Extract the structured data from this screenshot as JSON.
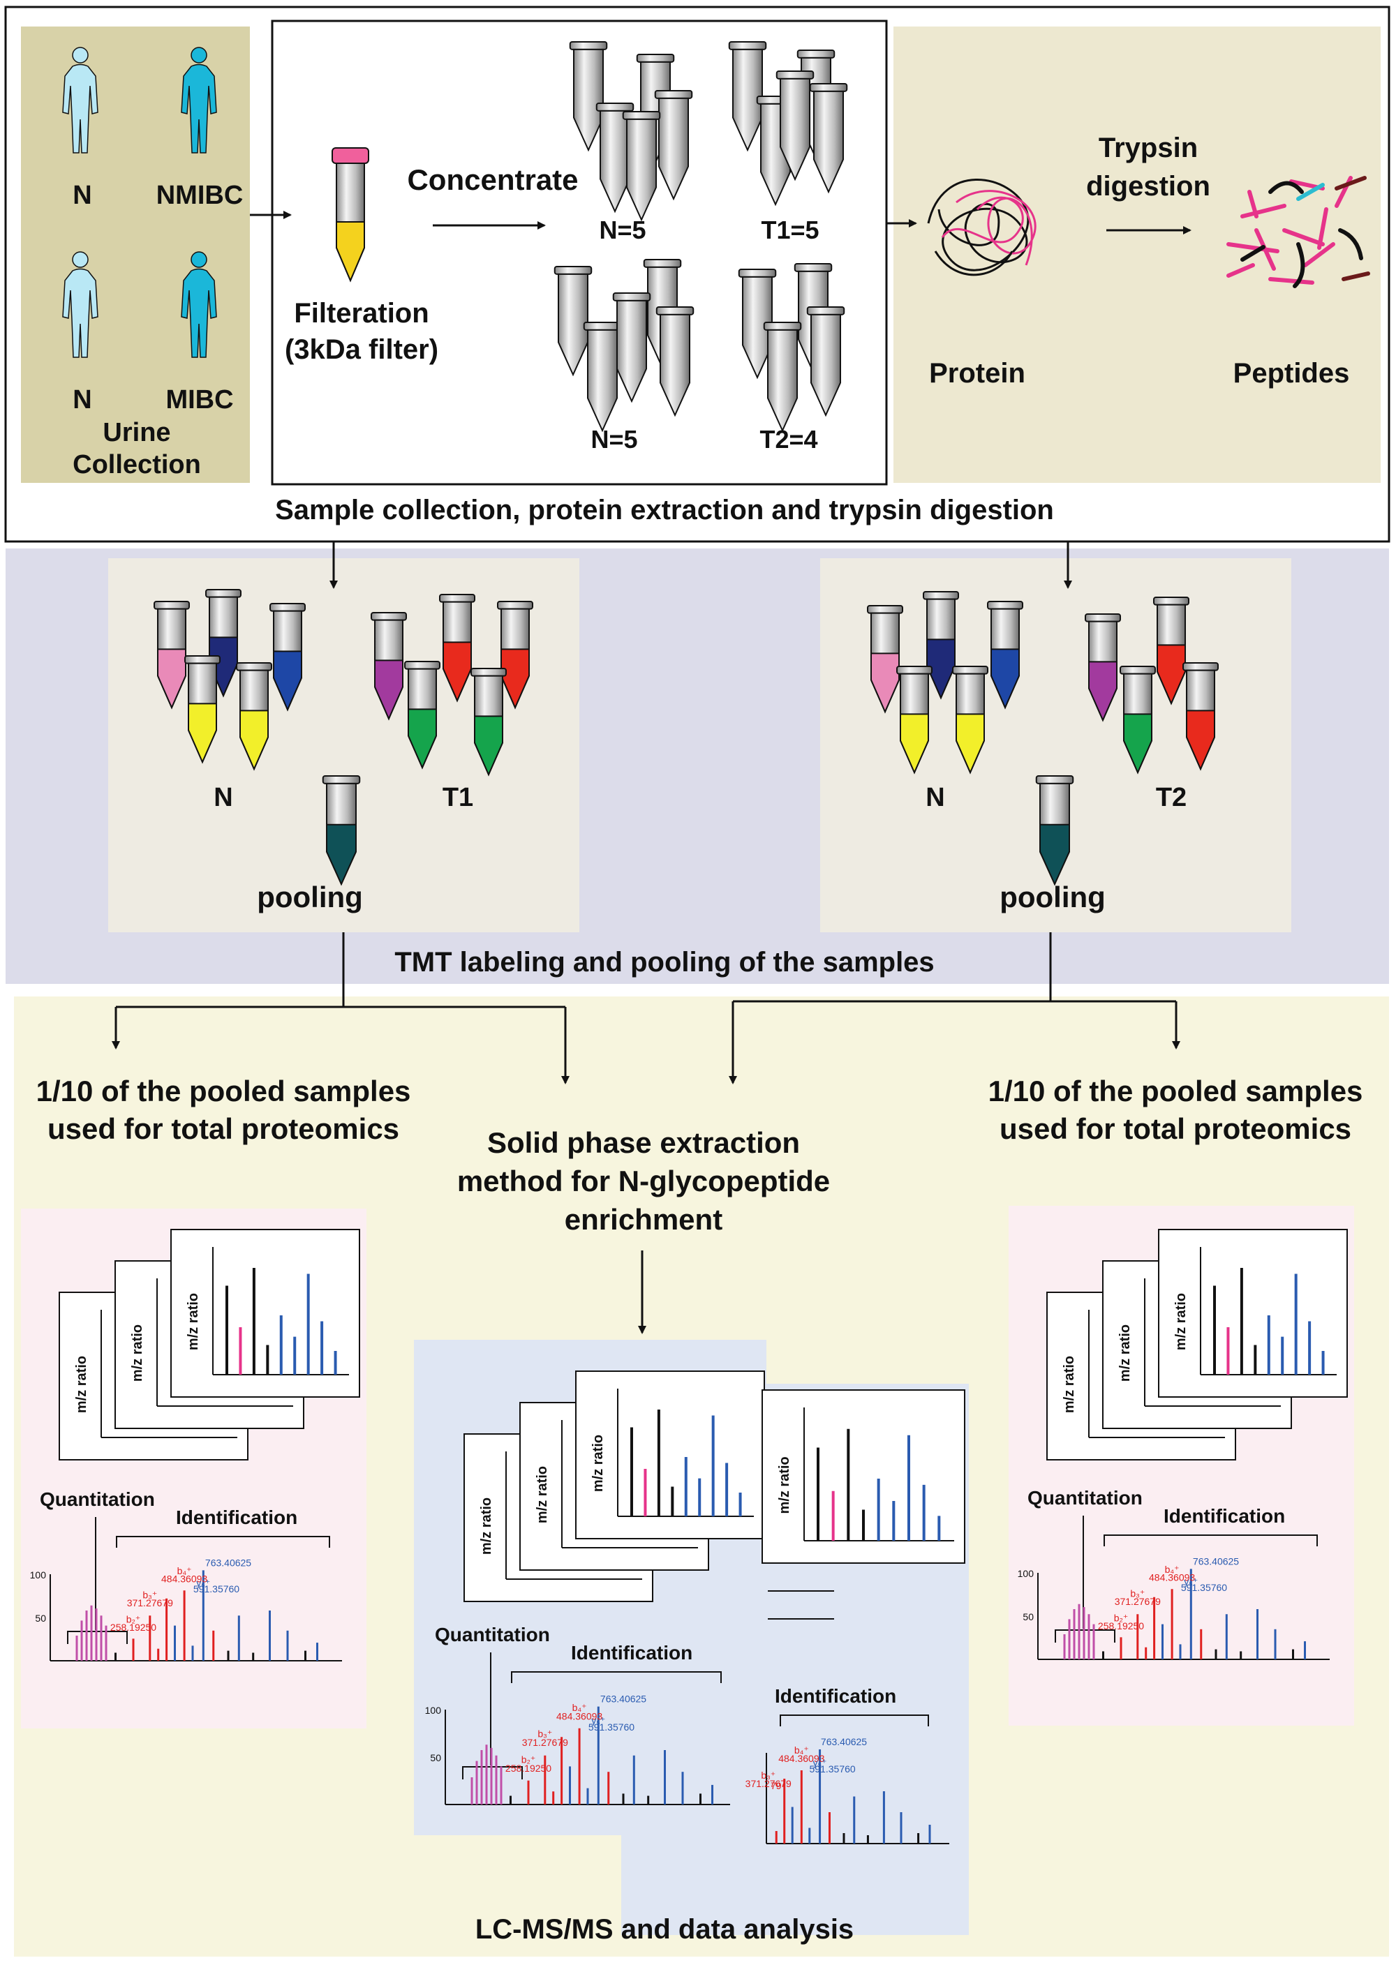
{
  "section1": {
    "urine": {
      "n_top": "N",
      "nmibc": "NMIBC",
      "n_bottom": "N",
      "mibc": "MIBC",
      "caption_line1": "Urine",
      "caption_line2": "Collection"
    },
    "filtration_line1": "Filteration",
    "filtration_line2": "(3kDa filter)",
    "concentrate": "Concentrate",
    "groups": [
      "N=5",
      "T1=5",
      "N=5",
      "T2=4"
    ],
    "protein": "Protein",
    "trypsin_line1": "Trypsin",
    "trypsin_line2": "digestion",
    "peptides": "Peptides",
    "caption": "Sample collection, protein extraction and trypsin digestion"
  },
  "section2": {
    "left": {
      "n": "N",
      "t": "T1",
      "pooling": "pooling"
    },
    "right": {
      "n": "N",
      "t": "T2",
      "pooling": "pooling"
    },
    "caption": "TMT labeling and pooling of the samples"
  },
  "section3": {
    "left_text_line1": "1/10 of the pooled samples",
    "left_text_line2": "used for total proteomics",
    "right_text_line1": "1/10 of the pooled samples",
    "right_text_line2": "used for total proteomics",
    "spe_line1": "Solid phase extraction",
    "spe_line2": "method for N-glycopeptide",
    "spe_line3": "enrichment",
    "mz_ratio": "m/z ratio",
    "quantitation": "Quantitation",
    "identification": "Identification",
    "caption": "LC-MS/MS and data analysis",
    "spectrum": {
      "y100": "100",
      "y50": "50",
      "peak_labels": {
        "b2": "b₂⁺",
        "b2_mz": "258.19250",
        "b3": "b₃⁺",
        "b3_mz": "371.27679",
        "b4": "b₄⁺",
        "b4_mz": "484.36093",
        "y5": "y₅⁺",
        "y5_mz": "591.35760",
        "main_mz": "763.40625",
        "partial": "79"
      }
    }
  },
  "colors": {
    "urine_panel": "#d8d2a8",
    "digest_panel": "#ede8d0",
    "tmt_band": "#dcdcea",
    "tmt_panel": "#eeebe2",
    "lcms_band": "#f7f5de",
    "spec_panel": "#fbeef2",
    "spe_panel": "#dfe6f3",
    "body_light": "#b9e8f5",
    "body_dark": "#1bb7d9",
    "pink_line": "#e6338a",
    "red_peak": "#e02020",
    "blue_peak": "#2a5bb0",
    "tmt_pink": "#e98ab8",
    "tmt_navy": "#1f2a78",
    "tmt_blue": "#1e47a6",
    "tmt_yellow": "#f2ef2a",
    "tmt_purple": "#a23a9e",
    "tmt_red": "#e82a1d",
    "tmt_green": "#15a44c",
    "pool_teal": "#0f5157",
    "filter_yellow": "#f4d21e",
    "filter_cap": "#f0609c"
  }
}
